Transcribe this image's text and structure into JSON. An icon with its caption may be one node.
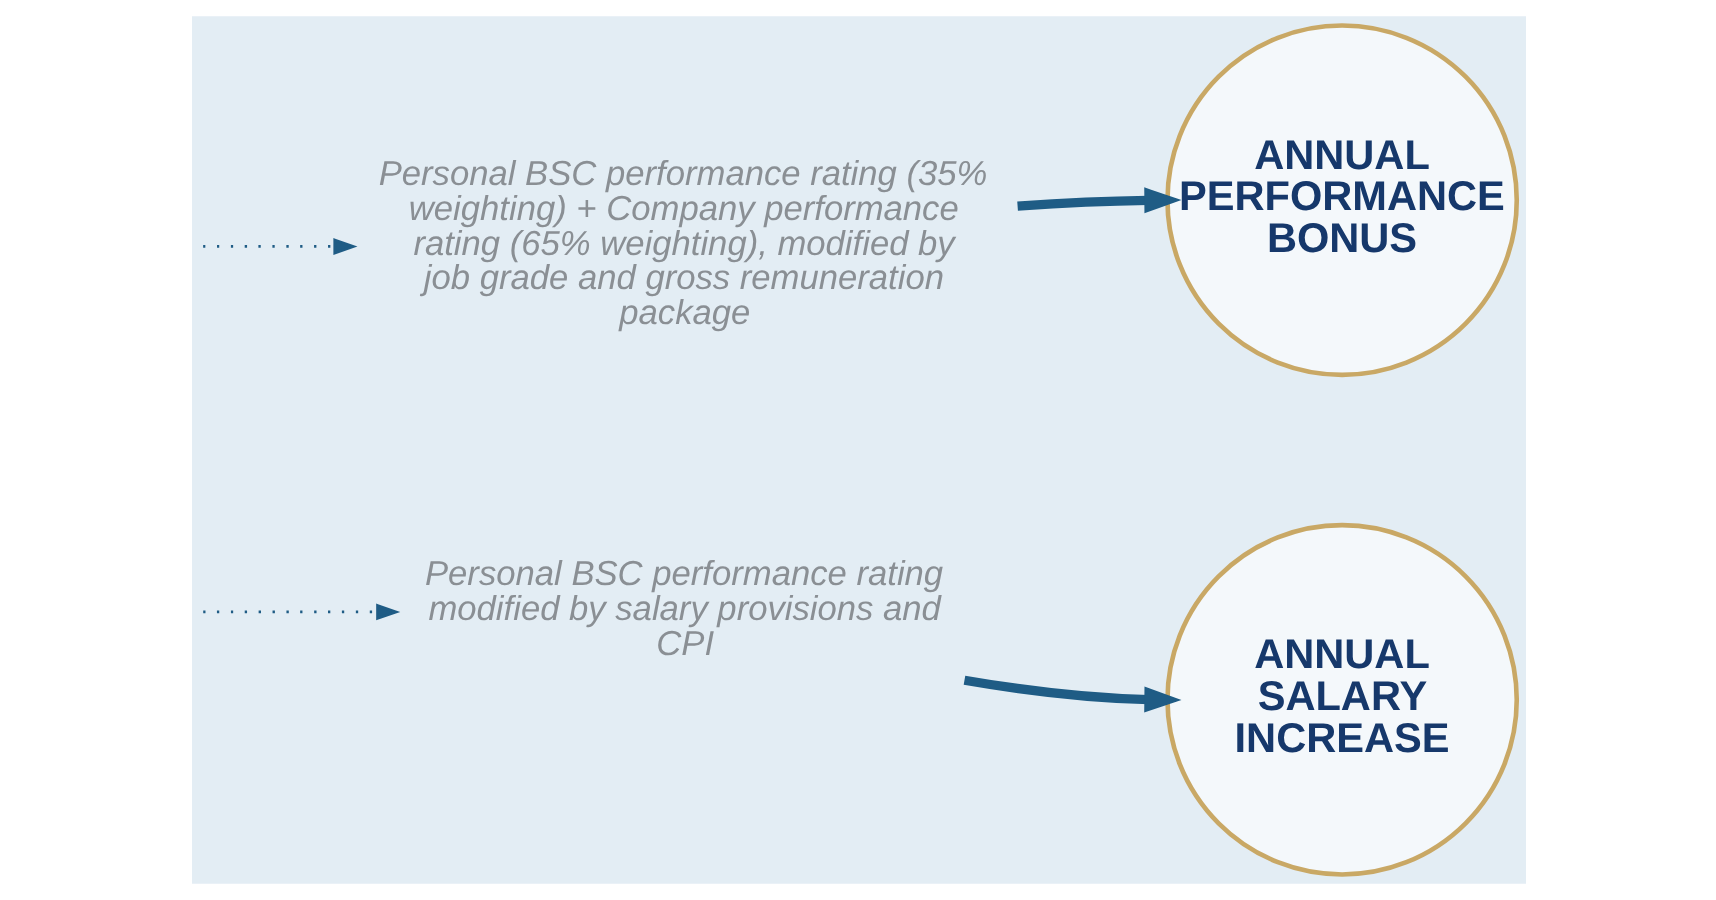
{
  "diagram": {
    "nodes": [
      {
        "text": [
          "Personal BSC performance rating (35% weighting) + Company performance rating (65% weighting), modified by job grade and gross remuneration package"
        ]
      },
      {
        "text": [
          "ANNUAL PERFORMANCE BONUS"
        ]
      },
      {
        "text": [
          "Personal BSC performance rating modified by salary provisions and CPI"
        ]
      },
      {
        "text": [
          "ANNUAL SALARY INCREASE"
        ]
      }
    ],
    "edges": [
      {
        "from": null,
        "to": 0,
        "arrow": "to",
        "style": "dashed"
      },
      {
        "from": null,
        "to": 2,
        "arrow": "to",
        "style": "dashed"
      },
      {
        "from": 0,
        "to": 1,
        "arrow": "to",
        "style": "thick"
      },
      {
        "from": 2,
        "to": 3,
        "arrow": "to",
        "style": "thick"
      }
    ]
  }
}
